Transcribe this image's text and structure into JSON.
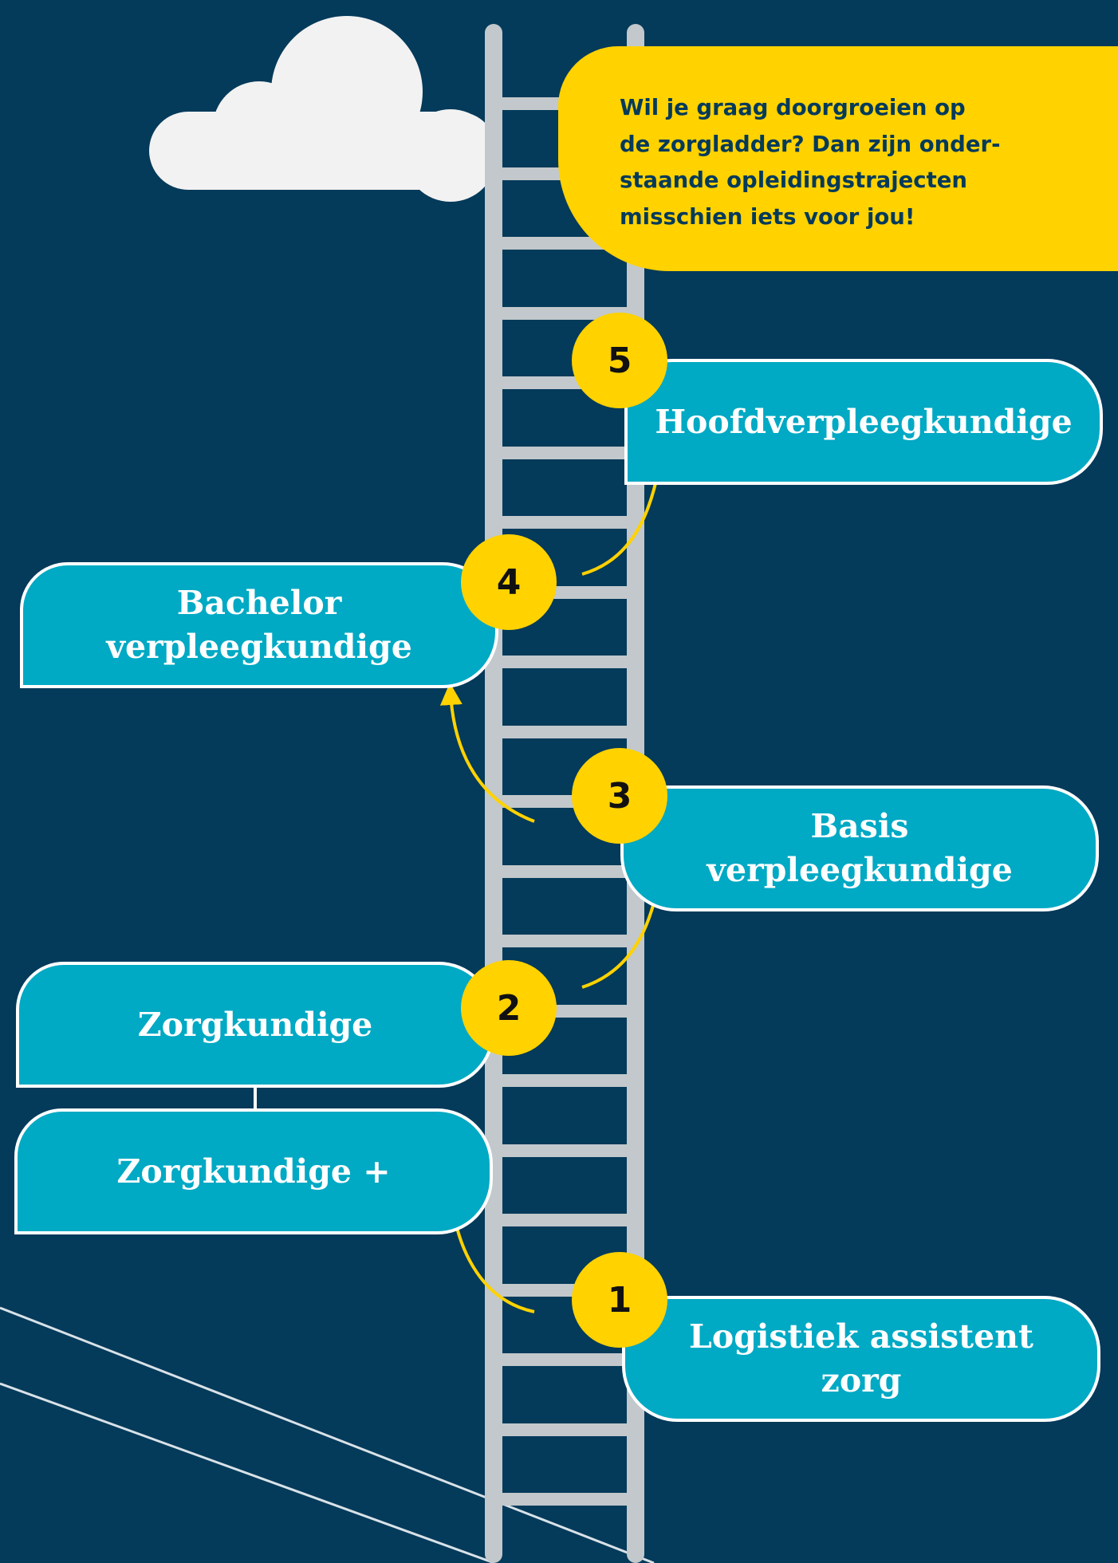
{
  "colors": {
    "background": "#043a5a",
    "accent_yellow": "#ffd200",
    "box_fill": "#00a9c4",
    "ladder": "#c2c8cb",
    "outline": "#ffffff"
  },
  "callout": {
    "text": "Wil je graag doorgroeien op\nde zorgladder? Dan zijn onder-\nstaande opleidingstrajecten\nmisschien iets voor jou!"
  },
  "steps": [
    {
      "number": "1",
      "label": "Logistiek assistent\nzorg"
    },
    {
      "number": "2",
      "label": "Zorgkundige",
      "extra_label": "Zorgkundige +"
    },
    {
      "number": "3",
      "label": "Basis\nverpleegkundige"
    },
    {
      "number": "4",
      "label": "Bachelor\nverpleegkundige"
    },
    {
      "number": "5",
      "label": "Hoofdverpleegkundige"
    }
  ],
  "icons": {
    "cloud": "cloud-icon",
    "ladder": "ladder-icon",
    "arrow": "curved-arrow-icon"
  }
}
